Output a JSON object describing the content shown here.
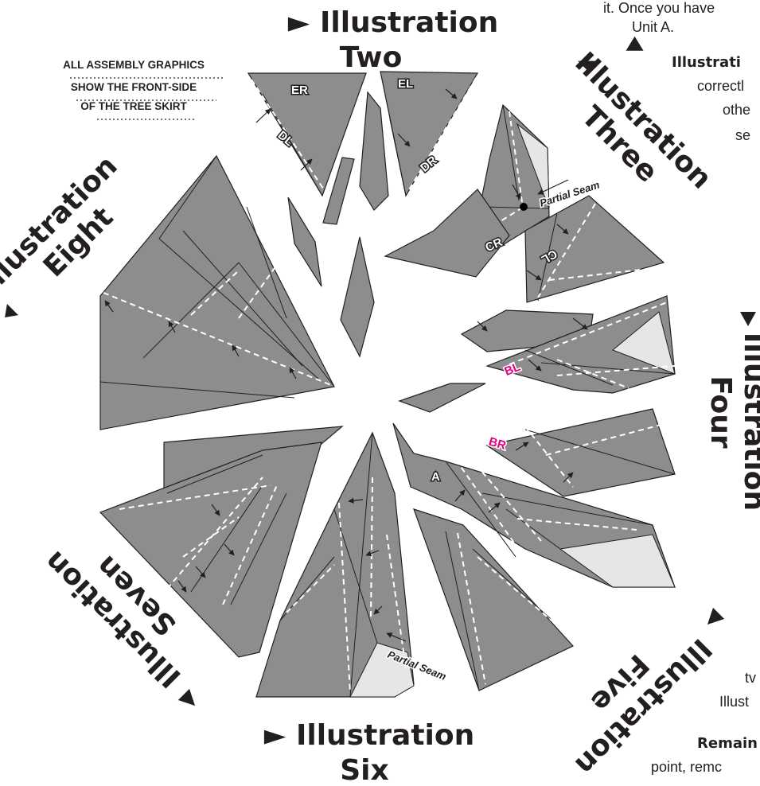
{
  "headings": {
    "two_line1": "► Illustration",
    "two_line2": "Two",
    "three_line1": "Illustration",
    "three_line2": "Three",
    "four_line1": "Illustration",
    "four_line2": "Four",
    "five_line1": "Illustration",
    "five_line2": "Five",
    "six_line1": "► Illustration",
    "six_line2": "Six",
    "seven_line1": "Illustration",
    "seven_line2": "Seven",
    "eight_line1": "Illustration",
    "eight_line2": "Eight"
  },
  "note": {
    "line1": "ALL ASSEMBLY GRAPHICS",
    "line2": "SHOW THE FRONT-SIDE",
    "line3": "OF THE TREE SKIRT"
  },
  "side_text": {
    "top1": "it.  Once you have",
    "top2": "Unit A.",
    "illus_bold": "Illustrati",
    "t1": "correctl",
    "t2": "othe",
    "t3": "se",
    "b1": "tv",
    "b2": "Illust",
    "remain_bold": "Remain",
    "b3": "point, remc"
  },
  "labels": {
    "er": "ER",
    "el": "EL",
    "dl": "DL",
    "dr": "DR",
    "cr": "CR",
    "cl": "CL",
    "bl": "BL",
    "br": "BR",
    "a": "A",
    "partial_seam_1": "Partial Seam",
    "partial_seam_2": "Partial Seam"
  },
  "colors": {
    "piece_fill": "#8d8d8d",
    "light_fill": "#e6e6e6",
    "outline": "#231f20",
    "accent_pink": "#e6007e"
  }
}
